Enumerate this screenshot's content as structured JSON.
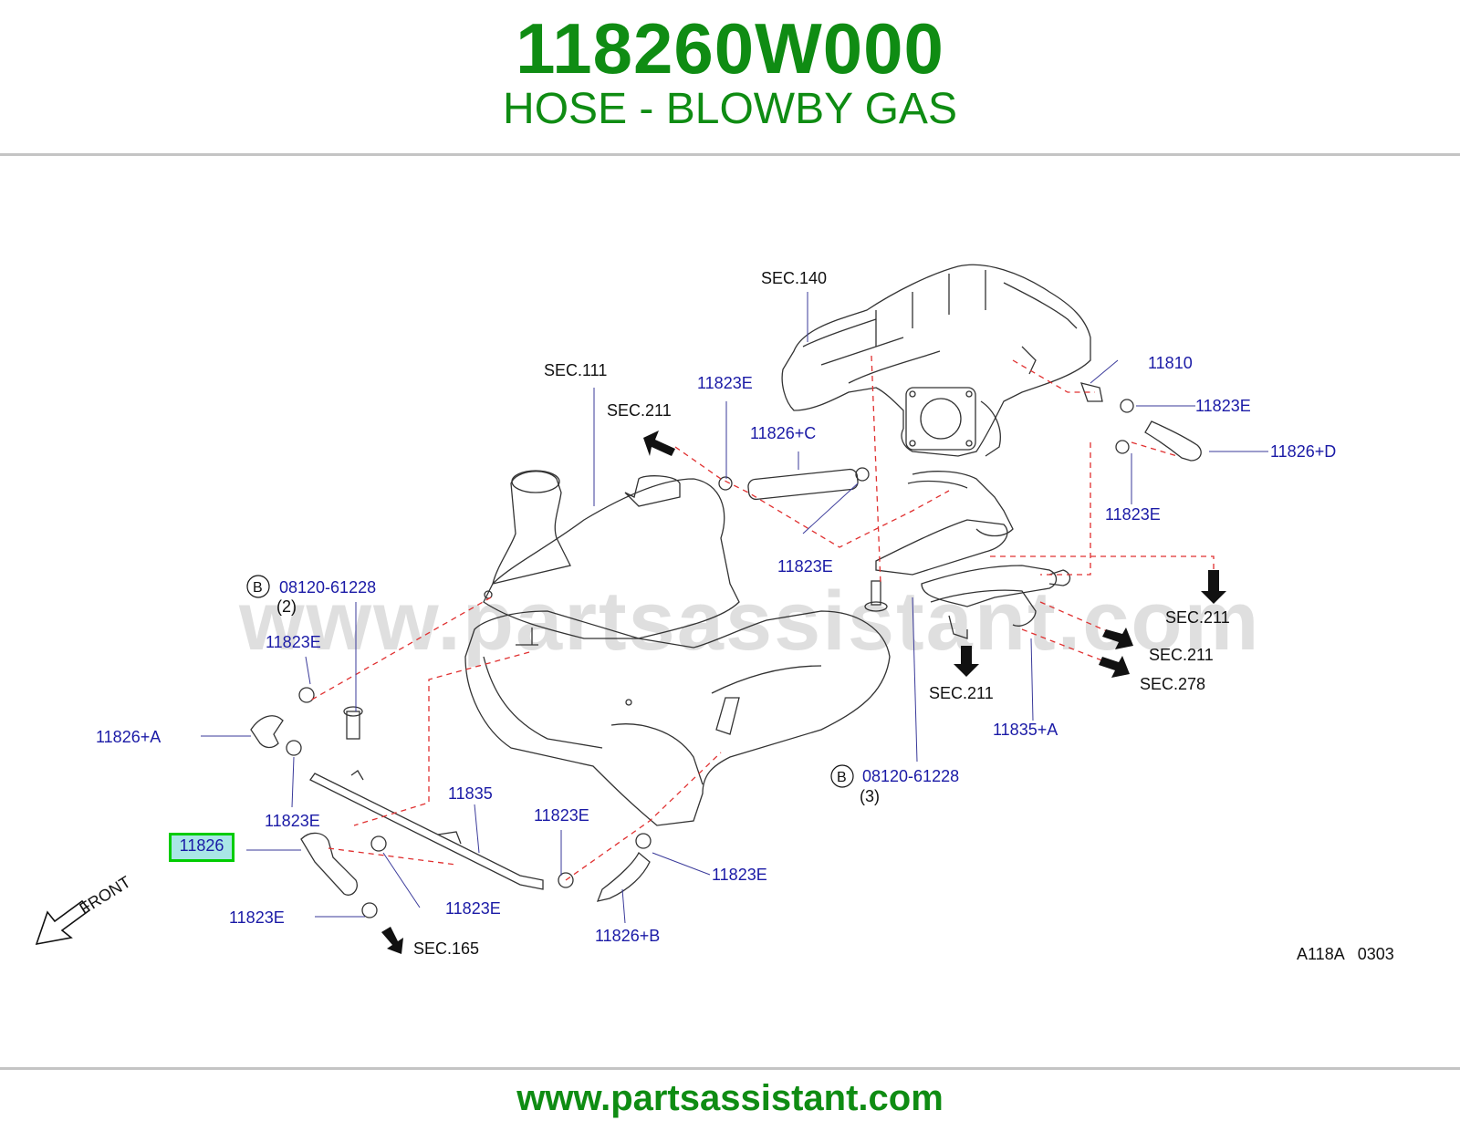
{
  "header": {
    "part_number": "118260W000",
    "part_name": "HOSE - BLOWBY GAS"
  },
  "footer": {
    "url": "www.partsassistant.com"
  },
  "watermark": "www.partsassistant.com",
  "diagram_code": "A118A   0303",
  "highlighted_part": "11826",
  "front_label": "FRONT",
  "callouts": {
    "sec140": "SEC.140",
    "sec111": "SEC.111",
    "sec211_top": "SEC.211",
    "sec211_right1": "SEC.211",
    "sec211_right2": "SEC.211",
    "sec211_bottom": "SEC.211",
    "sec278": "SEC.278",
    "sec165": "SEC.165",
    "p11810": "11810",
    "p11823e_a": "11823E",
    "p11823e_b": "11823E",
    "p11823e_c": "11823E",
    "p11823e_d": "11823E",
    "p11823e_e": "11823E",
    "p11823e_f": "11823E",
    "p11823e_g": "11823E",
    "p11823e_h": "11823E",
    "p11823e_i": "11823E",
    "p11823e_j": "11823E",
    "p11826c": "11826+C",
    "p11826d": "11826+D",
    "p11826a": "11826+A",
    "p11826b": "11826+B",
    "p11835": "11835",
    "p11835a": "11835+A",
    "bolt1_code": "B",
    "bolt1_part": "08120-61228",
    "bolt1_qty": "(2)",
    "bolt2_code": "B",
    "bolt2_part": "08120-61228",
    "bolt2_qty": "(3)"
  },
  "colors": {
    "title_green": "#0f8c13",
    "label_blue": "#1a1aa6",
    "highlight_border": "#00cc00",
    "highlight_fill": "#a9e6e6",
    "dashed_red": "#e03030"
  }
}
